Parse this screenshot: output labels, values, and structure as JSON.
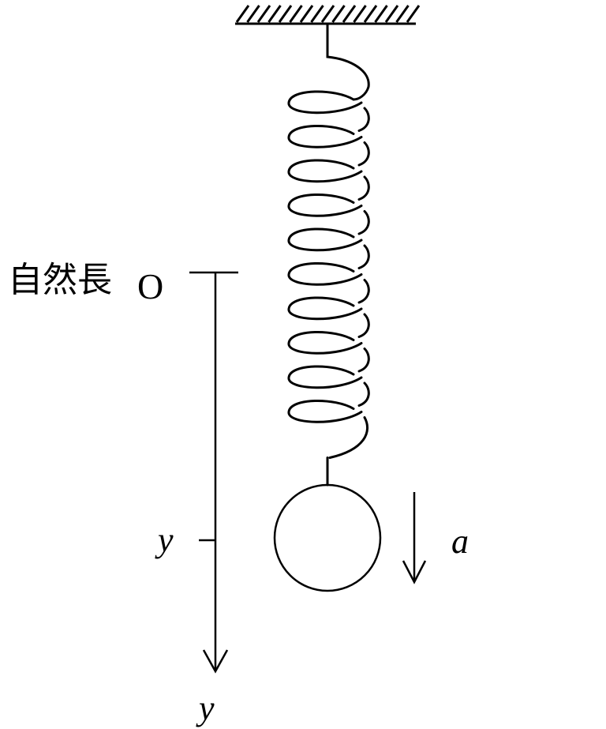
{
  "labels": {
    "natural_length": "自然長",
    "origin": "O",
    "position": "y",
    "axis": "y",
    "acceleration": "a"
  },
  "spring": {
    "coils": 10
  },
  "colors": {
    "stroke": "#000000",
    "background": "#ffffff"
  }
}
